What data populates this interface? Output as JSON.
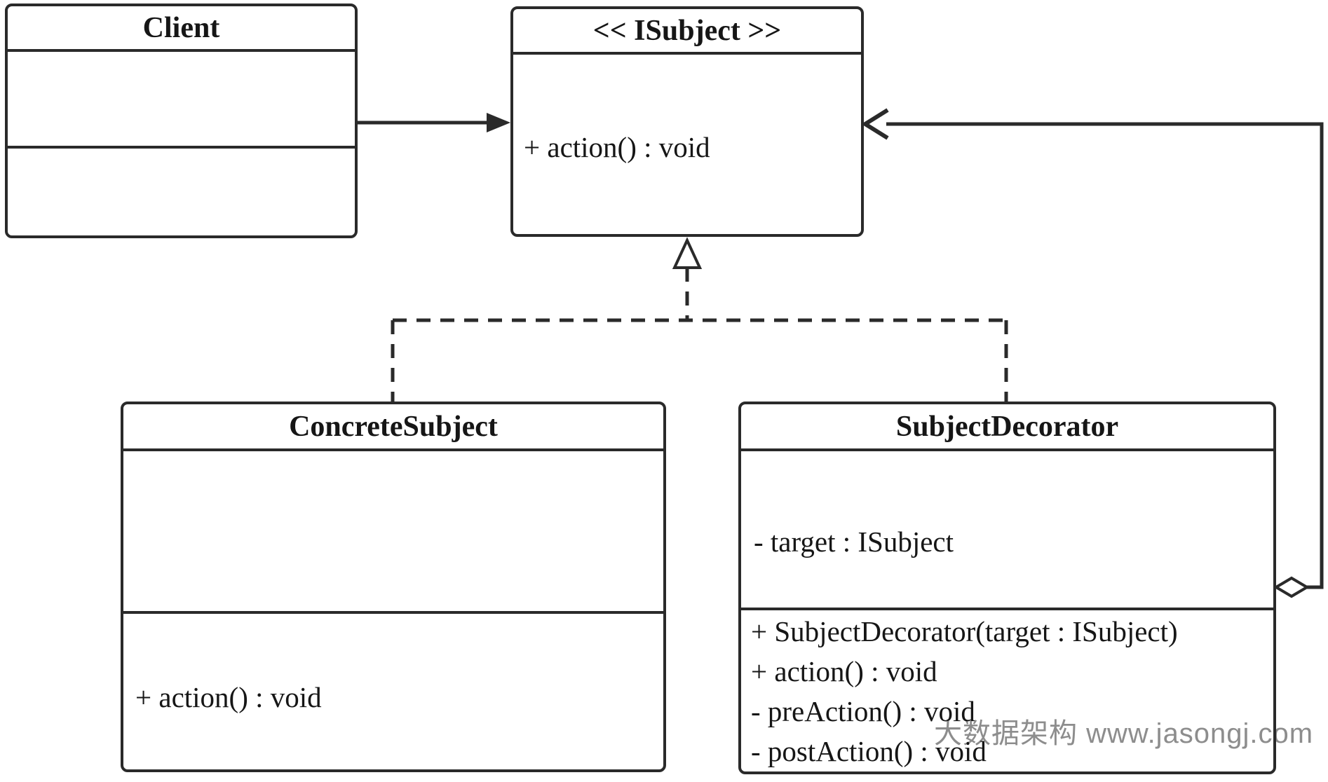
{
  "diagram": {
    "classes": {
      "client": {
        "title": "Client"
      },
      "isubject": {
        "title": "<< ISubject >>",
        "method": "+ action() : void"
      },
      "concrete_subject": {
        "title": "ConcreteSubject",
        "method": "+ action() : void"
      },
      "subject_decorator": {
        "title": "SubjectDecorator",
        "attribute": "- target : ISubject",
        "methods": [
          "+ SubjectDecorator(target : ISubject)",
          "+ action() : void",
          "- preAction() : void",
          "- postAction() : void"
        ]
      }
    },
    "relations": {
      "client_to_isubject": "association",
      "decorator_to_isubject_aggregation": "aggregation",
      "realization_dashed": "realization"
    },
    "watermark": "大数据架构 www.jasongj.com",
    "colors": {
      "stroke": "#2a2a2a",
      "text": "#161616",
      "watermark": "#8d8d8d",
      "background": "#ffffff"
    }
  }
}
